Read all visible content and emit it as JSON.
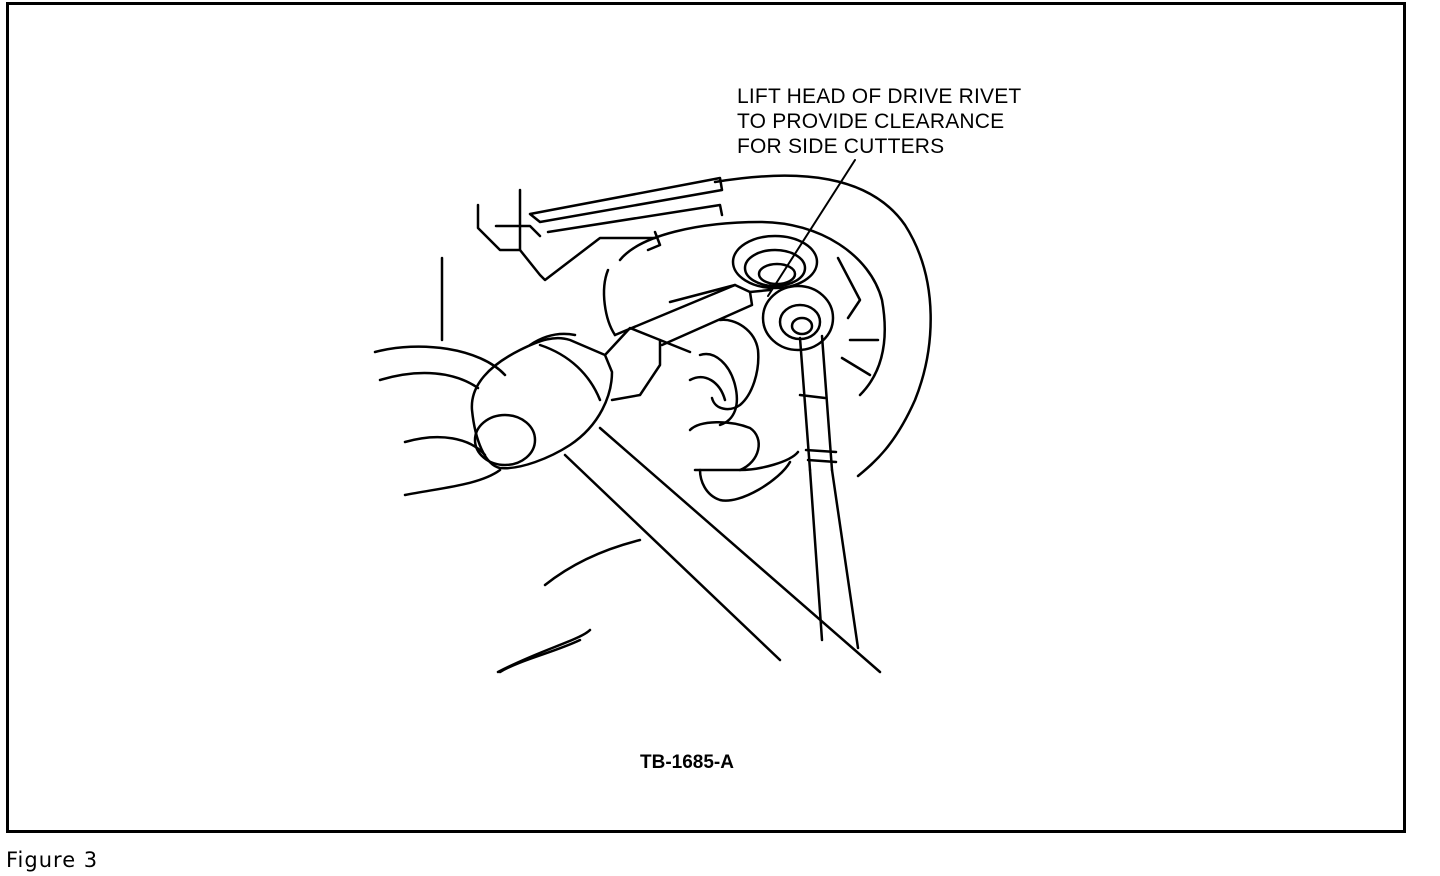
{
  "diagram": {
    "callout": {
      "lines": [
        "LIFT HEAD OF DRIVE RIVET",
        "TO PROVIDE CLEARANCE",
        "FOR SIDE CUTTERS"
      ]
    },
    "figure_id": "TB-1685-A"
  },
  "caption": "Figure 3",
  "colors": {
    "ink": "#000000",
    "paper": "#ffffff"
  }
}
